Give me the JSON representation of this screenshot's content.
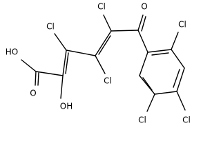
{
  "structure": {
    "labels": {
      "carboxyl_oh": "HO",
      "carbonyl_o": "O",
      "enol_oh": "OH",
      "cl_c3": "Cl",
      "cl_c4": "Cl",
      "cl_c5": "Cl",
      "ketone_o": "O",
      "cl_ring_2": "Cl",
      "cl_ring_4": "Cl",
      "cl_ring_5": "Cl"
    }
  }
}
